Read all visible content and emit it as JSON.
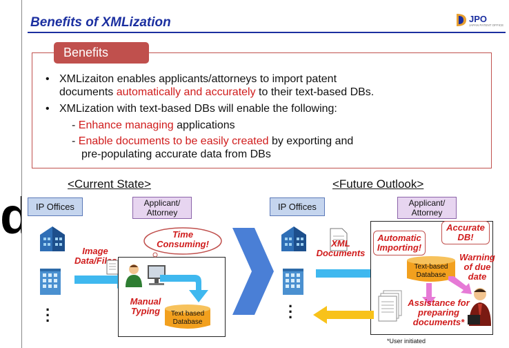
{
  "slide": {
    "title": "Benefits of XMLization",
    "logo_text": "JPO",
    "logo_sub": "JAPAN PATENT OFFICE",
    "left_glyph": "d"
  },
  "benefits": {
    "tab_label": "Benefits",
    "bullet1_a": "XMLizaiton enables applicants/attorneys to import patent",
    "bullet1_b": "documents ",
    "bullet1_red": "automatically and accurately",
    "bullet1_c": " to their text-based DBs.",
    "bullet2": "XMLization with text-based DBs will enable the following:",
    "sub1_red": "Enhance managing",
    "sub1_rest": " applications",
    "sub2_red": "Enable documents to be easily created",
    "sub2_rest": " by exporting and",
    "sub2_line2": "pre-populating  accurate data from DBs",
    "bullet_symbol": "•",
    "dash_symbol": "- "
  },
  "current": {
    "heading": "<Current State>",
    "ip_offices": "IP Offices",
    "applicant_l1": "Applicant/",
    "applicant_l2": "Attorney",
    "image_files_l1": "Image",
    "image_files_l2": "Data/Files",
    "time_consuming_l1": "Time",
    "time_consuming_l2": "Consuming!",
    "manual_l1": "Manual",
    "manual_l2": "Typing",
    "db_l1": "Text based",
    "db_l2": "Database"
  },
  "future": {
    "heading": "<Future Outlook>",
    "ip_offices": "IP Offices",
    "applicant_l1": "Applicant/",
    "applicant_l2": "Attorney",
    "xml_l1": "XML",
    "xml_l2": "Documents",
    "auto_l1": "Automatic",
    "auto_l2": "Importing!",
    "accurate_l1": "Accurate",
    "accurate_l2": "DB!",
    "warning_l1": "Warning",
    "warning_l2": "of due",
    "warning_l3": "date",
    "db_l1": "Text-based",
    "db_l2": "Database",
    "assist_l1": "Assistance for",
    "assist_l2": "preparing",
    "assist_l3": "documents",
    "assist_mark": "*",
    "footnote": "*User initiated"
  },
  "colors": {
    "title_blue": "#1b2fa0",
    "accent_red": "#c0504d",
    "text_red": "#d01c1c",
    "arrow_cyan": "#3fb8ef",
    "big_arrow": "#4a7fd6",
    "db_orange": "#f2a01e",
    "arrow_yellow": "#f8c21a",
    "arrow_pink": "#e67ad6"
  }
}
